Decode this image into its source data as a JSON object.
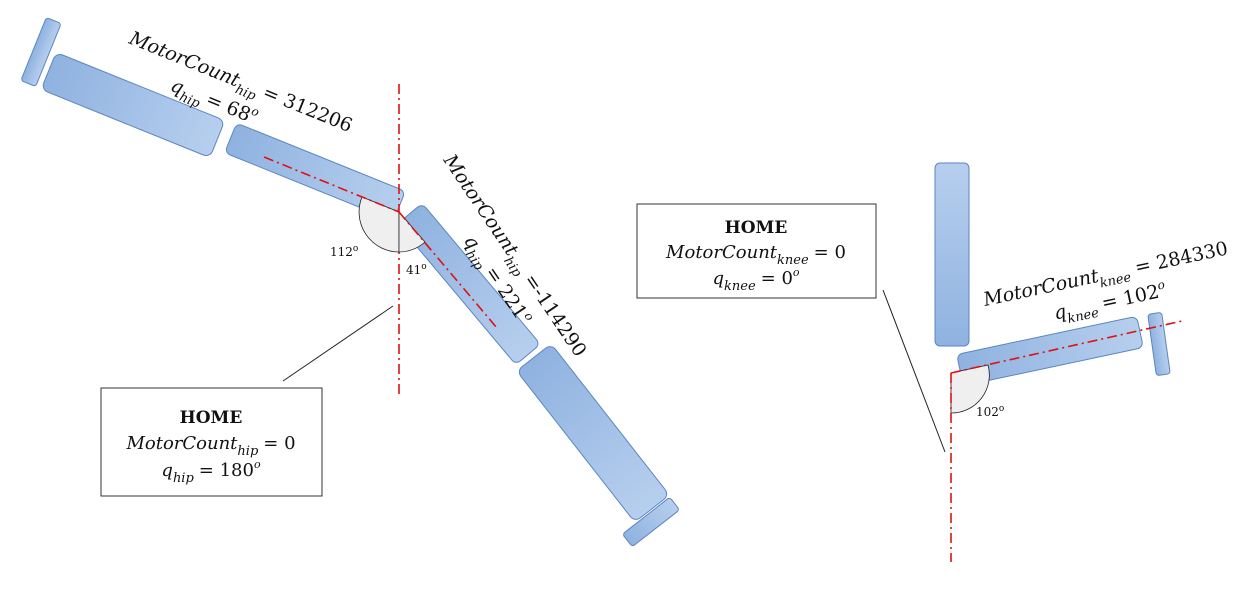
{
  "colors": {
    "segment_fill": "#9dbde6",
    "segment_stroke": "#5b86c2",
    "axis_line": "#e01010"
  },
  "home_hip": {
    "title": "HOME",
    "count_var": "MotorCount",
    "count_sub": "hip",
    "count_val": "= 0",
    "q_var": "q",
    "q_sub": "hip",
    "q_val": "= 180",
    "q_unit": "o"
  },
  "home_knee": {
    "title": "HOME",
    "count_var": "MotorCount",
    "count_sub": "knee",
    "count_val": "= 0",
    "q_var": "q",
    "q_sub": "knee",
    "q_val": "= 0",
    "q_unit": "o"
  },
  "hip_pos1": {
    "count_var": "MotorCount",
    "count_sub": "hip",
    "count_val": "= 312206",
    "q_var": "q",
    "q_sub": "hip",
    "q_val": "= 68",
    "q_unit": "o"
  },
  "hip_pos2": {
    "count_var": "MotorCount",
    "count_sub": "hip",
    "count_val": "=-114290",
    "q_var": "q",
    "q_sub": "hip",
    "q_val": "= 221",
    "q_unit": "o"
  },
  "knee_pos": {
    "count_var": "MotorCount",
    "count_sub": "knee",
    "count_val": "= 284330",
    "q_var": "q",
    "q_sub": "knee",
    "q_val": "= 102",
    "q_unit": "o"
  },
  "angles": {
    "a112": "112",
    "a41": "41",
    "a102": "102",
    "deg": "o"
  }
}
